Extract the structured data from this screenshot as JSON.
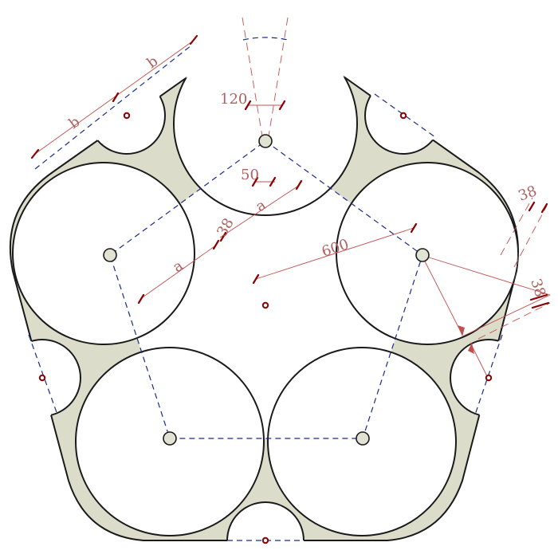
{
  "colors": {
    "plate_fill": "#dcdccb",
    "outline": "#1a1a1a",
    "dimension": "#c0504d",
    "dimension_text": "#b06060",
    "tick": "#8b0000",
    "center_line": "#1a2a8a",
    "pin_fill": "#e2e2d2",
    "hole_marker": "#8b0000",
    "background": "#ffffff"
  },
  "dimensions": {
    "b_upper": "b",
    "b_lower": "b",
    "width_120": "120",
    "gap_50": "50",
    "a_upper": "a",
    "a_lower": "a",
    "gap_38_mid": "38",
    "radius_600": "600",
    "clearance_38_top": "38",
    "clearance_38_right": "38"
  }
}
